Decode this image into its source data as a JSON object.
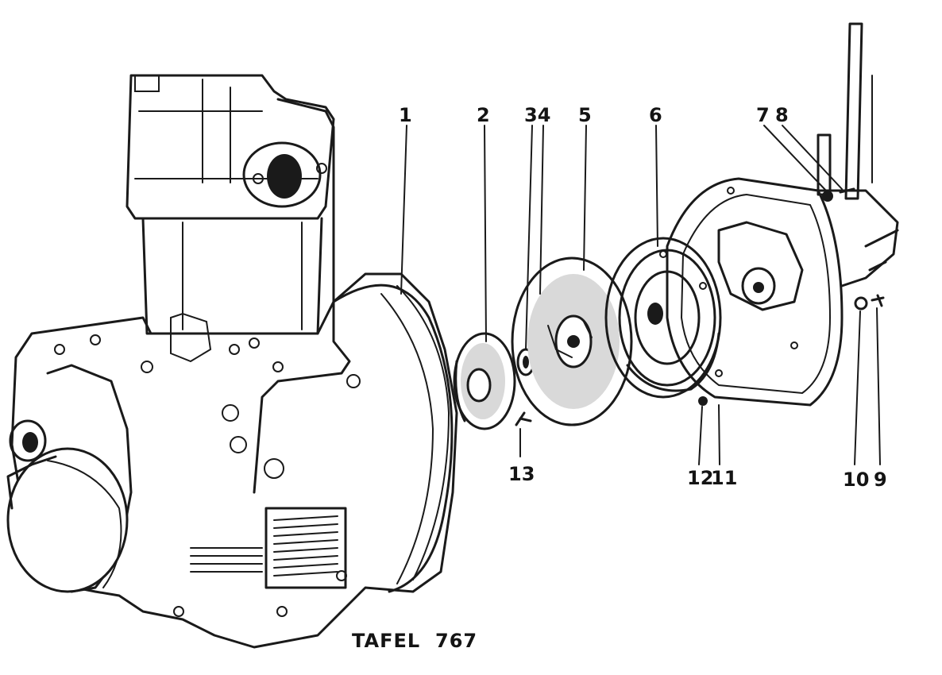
{
  "figure": {
    "plate_word": "TAFEL",
    "plate_number": "767",
    "callouts": [
      {
        "id": "1",
        "label": "1"
      },
      {
        "id": "2",
        "label": "2"
      },
      {
        "id": "34",
        "label": "34"
      },
      {
        "id": "5",
        "label": "5"
      },
      {
        "id": "6",
        "label": "6"
      },
      {
        "id": "7",
        "label": "7"
      },
      {
        "id": "8",
        "label": "8"
      },
      {
        "id": "13",
        "label": "13"
      },
      {
        "id": "12",
        "label": "12"
      },
      {
        "id": "11",
        "label": "11"
      },
      {
        "id": "10",
        "label": "10"
      },
      {
        "id": "9",
        "label": "9"
      }
    ]
  }
}
